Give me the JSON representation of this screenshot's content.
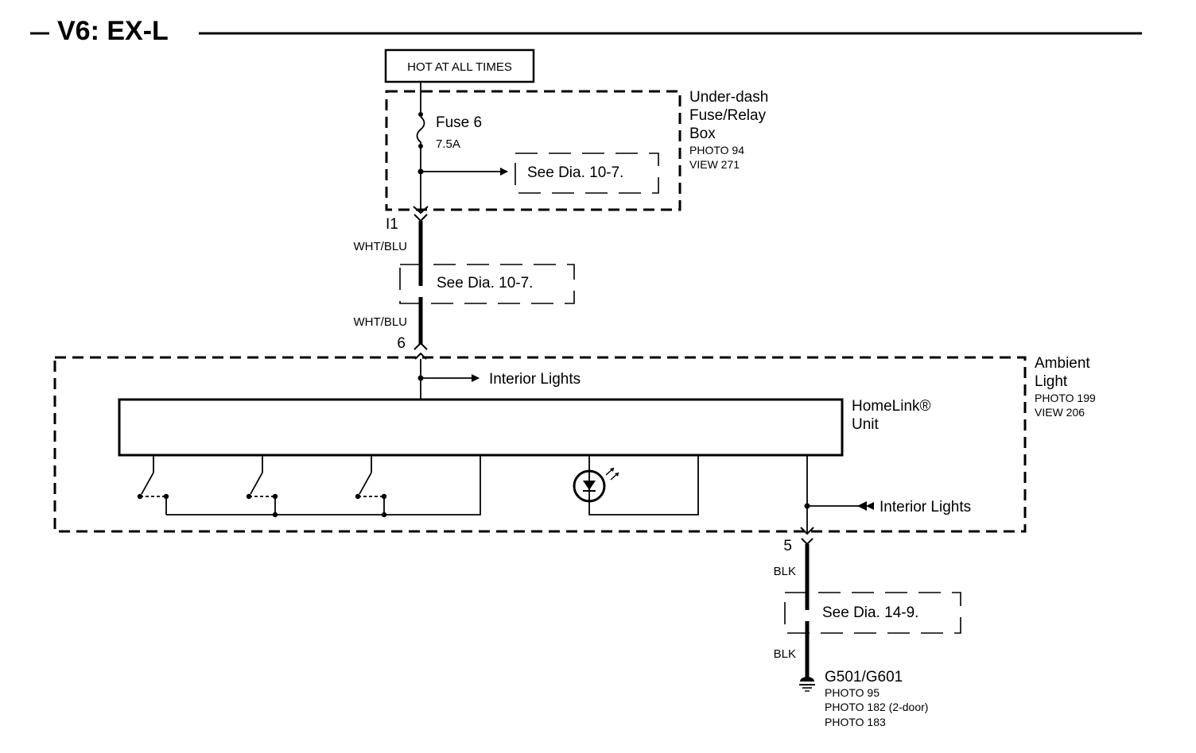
{
  "title": "V6: EX-L",
  "hot_label": "HOT AT ALL TIMES",
  "fuse_box": {
    "name_lines": [
      "Under-dash",
      "Fuse/Relay",
      "Box"
    ],
    "photo": "PHOTO 94",
    "view": "VIEW 271",
    "fuse_name": "Fuse 6",
    "fuse_rating": "7.5A",
    "see_dia": "See Dia. 10-7."
  },
  "upper_wire": {
    "connector_pin": "I1",
    "color_top": "WHT/BLU",
    "see_dia": "See Dia. 10-7.",
    "color_bottom": "WHT/BLU",
    "pin_bottom": "6"
  },
  "ambient_light": {
    "name_lines": [
      "Ambient",
      "Light"
    ],
    "photo": "PHOTO 199",
    "view": "VIEW 206",
    "interior_lights_top": "Interior Lights",
    "interior_lights_right": "Interior Lights",
    "homelink_lines": [
      "HomeLink®",
      "Unit"
    ]
  },
  "ground_wire": {
    "pin": "5",
    "color_top": "BLK",
    "see_dia": "See Dia. 14-9.",
    "color_bottom": "BLK",
    "ground_name": "G501/G601",
    "photos": [
      "PHOTO 95",
      "PHOTO 182 (2-door)",
      "PHOTO 183"
    ]
  }
}
